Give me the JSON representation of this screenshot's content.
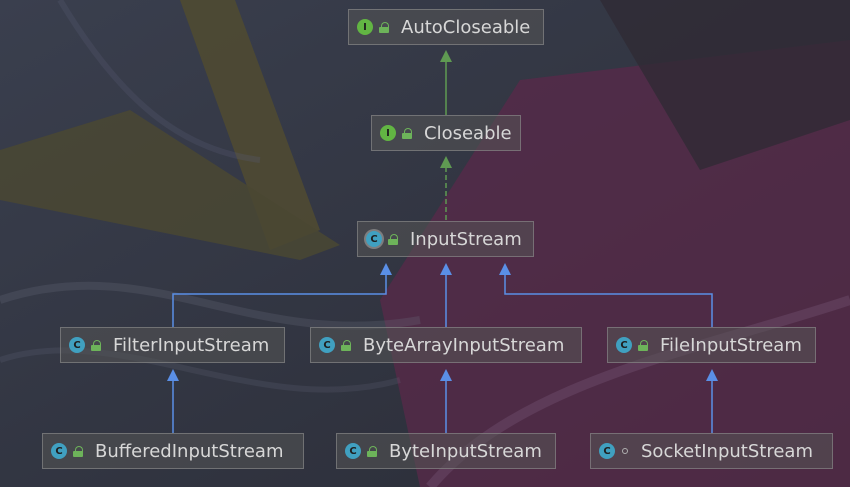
{
  "nodes": {
    "autocloseable": {
      "label": "AutoCloseable",
      "kind": "interface",
      "badge": "I"
    },
    "closeable": {
      "label": "Closeable",
      "kind": "interface",
      "badge": "I"
    },
    "inputstream": {
      "label": "InputStream",
      "kind": "abstract-class",
      "badge": "C"
    },
    "filterinputstream": {
      "label": "FilterInputStream",
      "kind": "class",
      "badge": "C"
    },
    "bytearrayinputstream": {
      "label": "ByteArrayInputStream",
      "kind": "class",
      "badge": "C"
    },
    "fileinputstream": {
      "label": "FileInputStream",
      "kind": "class",
      "badge": "C"
    },
    "bufferedinputstream": {
      "label": "BufferedInputStream",
      "kind": "class",
      "badge": "C"
    },
    "byteinputstream": {
      "label": "ByteInputStream",
      "kind": "class",
      "badge": "C"
    },
    "socketinputstream": {
      "label": "SocketInputStream",
      "kind": "class",
      "badge": "C"
    }
  },
  "edges": [
    {
      "from": "closeable",
      "to": "autocloseable",
      "type": "extends"
    },
    {
      "from": "inputstream",
      "to": "closeable",
      "type": "implements"
    },
    {
      "from": "filterinputstream",
      "to": "inputstream",
      "type": "extends"
    },
    {
      "from": "bytearrayinputstream",
      "to": "inputstream",
      "type": "extends"
    },
    {
      "from": "fileinputstream",
      "to": "inputstream",
      "type": "extends"
    },
    {
      "from": "bufferedinputstream",
      "to": "filterinputstream",
      "type": "extends"
    },
    {
      "from": "byteinputstream",
      "to": "bytearrayinputstream",
      "type": "extends"
    },
    {
      "from": "socketinputstream",
      "to": "fileinputstream",
      "type": "extends"
    }
  ],
  "colors": {
    "interface_badge": "#62b543",
    "class_badge": "#40a0c0",
    "implements_edge": "#5f9a52",
    "extends_edge": "#5a8fe6",
    "node_text": "#d7d7d7"
  }
}
